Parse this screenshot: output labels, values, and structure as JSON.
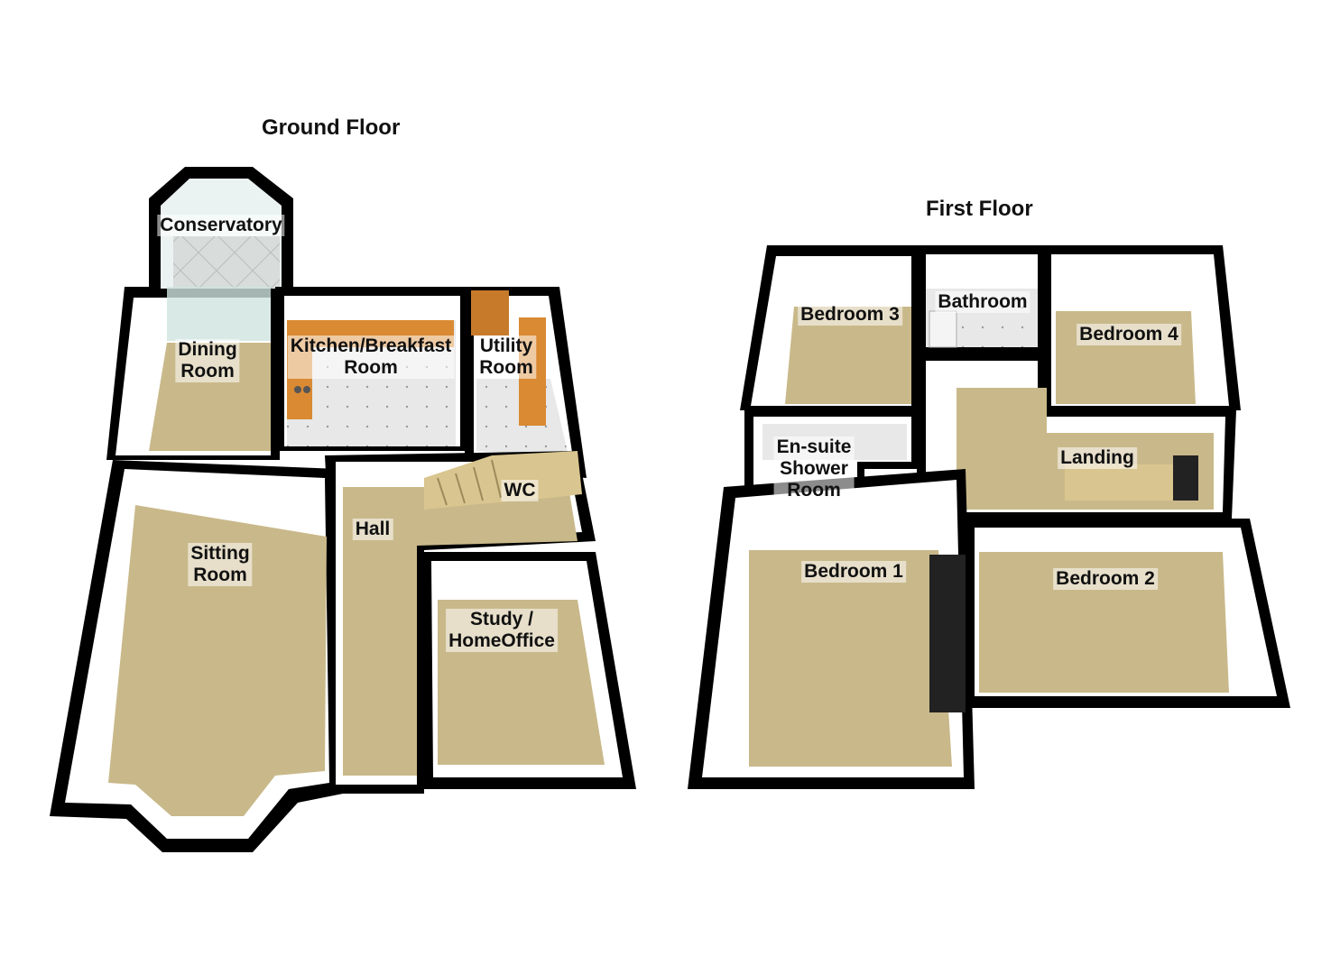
{
  "colors": {
    "wall": "#000000",
    "wall_face": "#ffffff",
    "carpet": "#c9b98a",
    "tile": "#e6e6e6",
    "worktop": "#d98a33",
    "stairs": "#d9c58f",
    "glass": "#cfe4e0"
  },
  "ground_floor": {
    "title": "Ground Floor",
    "rooms": {
      "conservatory": "Conservatory",
      "dining_line1": "Dining",
      "dining_line2": "Room",
      "kitchen_line1": "Kitchen/Breakfast",
      "kitchen_line2": "Room",
      "utility_line1": "Utility",
      "utility_line2": "Room",
      "wc": "WC",
      "hall": "Hall",
      "sitting_line1": "Sitting",
      "sitting_line2": "Room",
      "study_line1": "Study /",
      "study_line2": "HomeOffice"
    }
  },
  "first_floor": {
    "title": "First Floor",
    "rooms": {
      "bedroom3": "Bedroom 3",
      "bathroom": "Bathroom",
      "bedroom4": "Bedroom 4",
      "ensuite_line1": "En-suite",
      "ensuite_line2": "Shower",
      "ensuite_line3": "Room",
      "landing": "Landing",
      "bedroom1": "Bedroom 1",
      "bedroom2": "Bedroom 2"
    }
  }
}
